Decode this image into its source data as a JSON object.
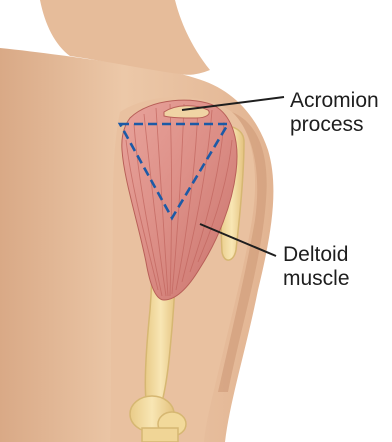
{
  "labels": {
    "acromion": {
      "line1": "Acromion",
      "line2": "process"
    },
    "deltoid": {
      "line1": "Deltoid",
      "line2": "muscle"
    }
  },
  "colors": {
    "skin": "#ecc8a8",
    "skin_shadow": "#d9a986",
    "muscle": "#dc8e86",
    "muscle_fiber": "#c2665f",
    "bone": "#f4dca0",
    "bone_outline": "#d6b772",
    "triangle_outline": "#1c5aa6",
    "leader_line": "#1e1e1e"
  }
}
